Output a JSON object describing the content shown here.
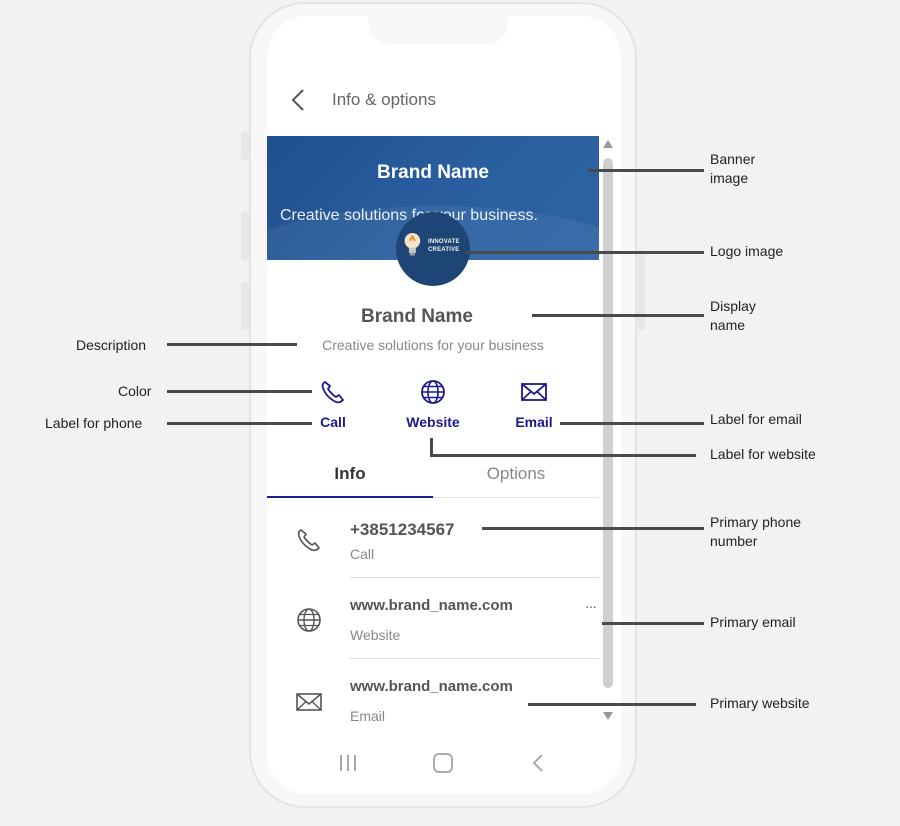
{
  "header": {
    "title": "Info & options"
  },
  "banner": {
    "title": "Brand Name",
    "subtitle": "Creative solutions for your business."
  },
  "logo": {
    "text_line1": "INNOVATE",
    "text_line2": "CREATIVE"
  },
  "profile": {
    "display_name": "Brand Name",
    "description": "Creative solutions for your business"
  },
  "actions": {
    "call": "Call",
    "website": "Website",
    "email": "Email"
  },
  "tabs": {
    "info": "Info",
    "options": "Options"
  },
  "rows": [
    {
      "value": "+3851234567",
      "label": "Call"
    },
    {
      "value": "www.brand_name.com",
      "label": "Website",
      "more": "···"
    },
    {
      "value": "www.brand_name.com",
      "label": "Email"
    }
  ],
  "annotations": {
    "banner_image": "Banner image",
    "logo_image": "Logo image",
    "display_name": "Display name",
    "description": "Description",
    "color": "Color",
    "label_for_phone": "Label for phone",
    "label_for_email": "Label for email",
    "label_for_website": "Label for website",
    "primary_phone_number": "Primary phone number",
    "primary_email": "Primary email",
    "primary_website": "Primary website"
  },
  "colors": {
    "accent": "#1c1a8a",
    "banner": "#2a5f9f",
    "annotation_line": "#4a4a4a",
    "highlight_line": "#e07b2a"
  },
  "icons": [
    "back-arrow-icon",
    "phone-icon",
    "globe-icon",
    "envelope-icon",
    "more-icon",
    "recents-icon",
    "home-icon",
    "back-nav-icon"
  ]
}
